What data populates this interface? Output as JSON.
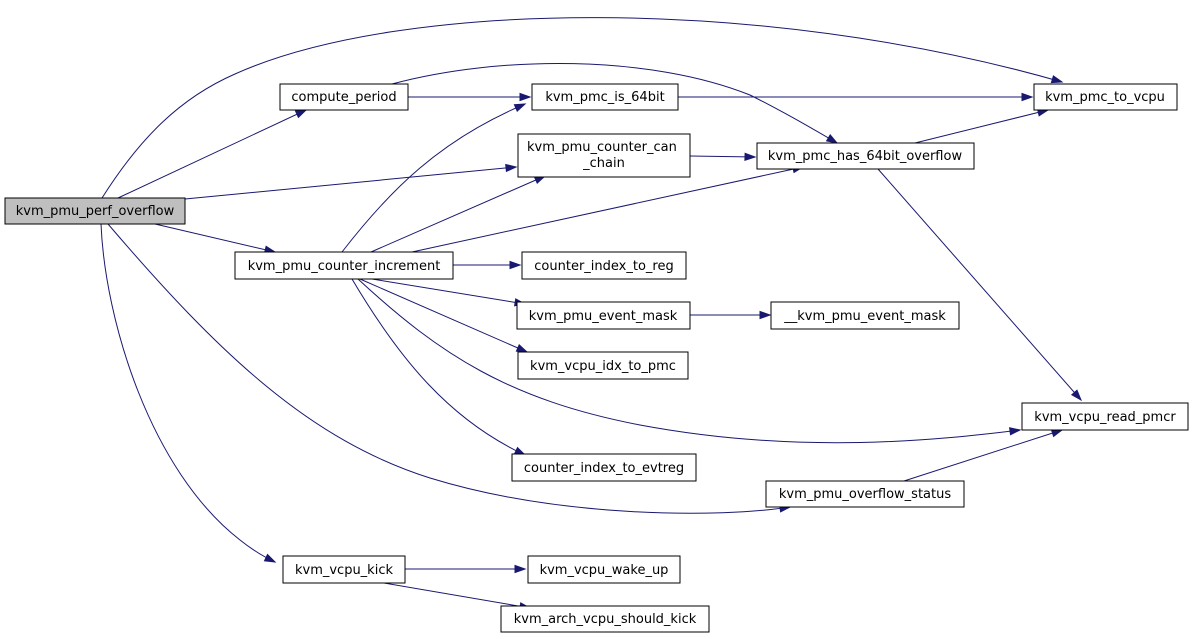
{
  "nodes": {
    "kvm_pmu_perf_overflow": {
      "label": "kvm_pmu_perf_overflow"
    },
    "compute_period": {
      "label": "compute_period"
    },
    "kvm_pmu_counter_increment": {
      "label": "kvm_pmu_counter_increment"
    },
    "kvm_vcpu_kick": {
      "label": "kvm_vcpu_kick"
    },
    "kvm_pmc_is_64bit": {
      "label": "kvm_pmc_is_64bit"
    },
    "kvm_pmu_counter_can_chain": {
      "label": "kvm_pmu_counter_can\n_chain"
    },
    "counter_index_to_reg": {
      "label": "counter_index_to_reg"
    },
    "kvm_pmu_event_mask": {
      "label": "kvm_pmu_event_mask"
    },
    "kvm_vcpu_idx_to_pmc": {
      "label": "kvm_vcpu_idx_to_pmc"
    },
    "counter_index_to_evtreg": {
      "label": "counter_index_to_evtreg"
    },
    "kvm_vcpu_wake_up": {
      "label": "kvm_vcpu_wake_up"
    },
    "kvm_arch_vcpu_should_kick": {
      "label": "kvm_arch_vcpu_should_kick"
    },
    "kvm_pmc_has_64bit_overflow": {
      "label": "kvm_pmc_has_64bit_overflow"
    },
    "__kvm_pmu_event_mask": {
      "label": "__kvm_pmu_event_mask"
    },
    "kvm_pmu_overflow_status": {
      "label": "kvm_pmu_overflow_status"
    },
    "kvm_pmc_to_vcpu": {
      "label": "kvm_pmc_to_vcpu"
    },
    "kvm_vcpu_read_pmcr": {
      "label": "kvm_vcpu_read_pmcr"
    }
  },
  "edges": [
    {
      "from": "kvm_pmu_perf_overflow",
      "to": "kvm_pmc_to_vcpu"
    },
    {
      "from": "kvm_pmu_perf_overflow",
      "to": "compute_period"
    },
    {
      "from": "kvm_pmu_perf_overflow",
      "to": "kvm_pmu_counter_can_chain"
    },
    {
      "from": "kvm_pmu_perf_overflow",
      "to": "kvm_pmu_counter_increment"
    },
    {
      "from": "kvm_pmu_perf_overflow",
      "to": "kvm_pmu_overflow_status"
    },
    {
      "from": "kvm_pmu_perf_overflow",
      "to": "kvm_vcpu_kick"
    },
    {
      "from": "compute_period",
      "to": "kvm_pmc_is_64bit"
    },
    {
      "from": "compute_period",
      "to": "kvm_pmc_has_64bit_overflow"
    },
    {
      "from": "kvm_pmc_is_64bit",
      "to": "kvm_pmc_to_vcpu"
    },
    {
      "from": "kvm_pmu_counter_can_chain",
      "to": "kvm_pmc_has_64bit_overflow"
    },
    {
      "from": "kvm_pmc_has_64bit_overflow",
      "to": "kvm_pmc_to_vcpu"
    },
    {
      "from": "kvm_pmc_has_64bit_overflow",
      "to": "kvm_vcpu_read_pmcr"
    },
    {
      "from": "kvm_pmu_counter_increment",
      "to": "kvm_pmc_is_64bit"
    },
    {
      "from": "kvm_pmu_counter_increment",
      "to": "kvm_pmu_counter_can_chain"
    },
    {
      "from": "kvm_pmu_counter_increment",
      "to": "kvm_pmc_has_64bit_overflow"
    },
    {
      "from": "kvm_pmu_counter_increment",
      "to": "counter_index_to_reg"
    },
    {
      "from": "kvm_pmu_counter_increment",
      "to": "kvm_pmu_event_mask"
    },
    {
      "from": "kvm_pmu_counter_increment",
      "to": "kvm_vcpu_idx_to_pmc"
    },
    {
      "from": "kvm_pmu_counter_increment",
      "to": "kvm_vcpu_read_pmcr"
    },
    {
      "from": "kvm_pmu_counter_increment",
      "to": "counter_index_to_evtreg"
    },
    {
      "from": "kvm_pmu_event_mask",
      "to": "__kvm_pmu_event_mask"
    },
    {
      "from": "kvm_pmu_overflow_status",
      "to": "kvm_vcpu_read_pmcr"
    },
    {
      "from": "kvm_vcpu_kick",
      "to": "kvm_vcpu_wake_up"
    },
    {
      "from": "kvm_vcpu_kick",
      "to": "kvm_arch_vcpu_should_kick"
    }
  ]
}
